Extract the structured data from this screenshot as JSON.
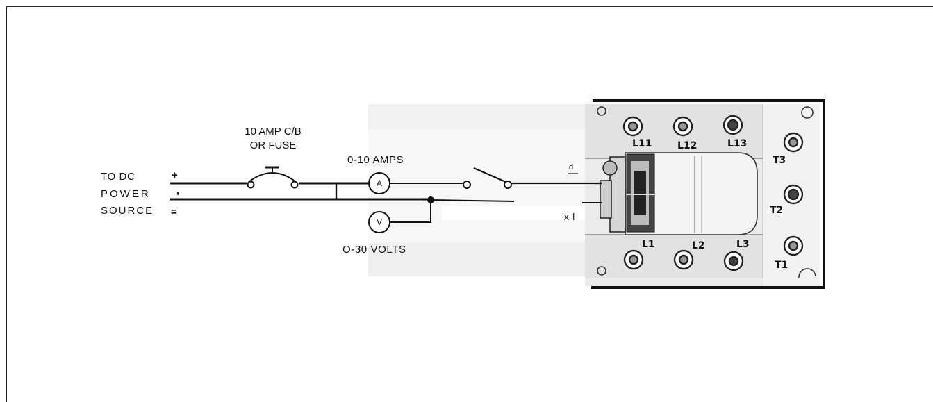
{
  "source": {
    "line1": "TO   DC",
    "line2": "POWER",
    "line3": "SOURCE",
    "plus": "+",
    "comma": ",",
    "minus": "="
  },
  "breaker": {
    "line1": "10  AMP  C/B",
    "line2": "OR  FUSE"
  },
  "ammeter": {
    "label": "0-10   AMPS",
    "symbol": "A"
  },
  "voltmeter": {
    "label": "O-30   VOLTS",
    "symbol": "V"
  },
  "marks": {
    "d": "d",
    "xl": "x  l"
  },
  "terminals": {
    "L11": "L11",
    "L12": "L12",
    "L13": "L13",
    "L1": "L1",
    "L2": "L2",
    "L3": "L3",
    "T1": "T1",
    "T2": "T2",
    "T3": "T3"
  }
}
